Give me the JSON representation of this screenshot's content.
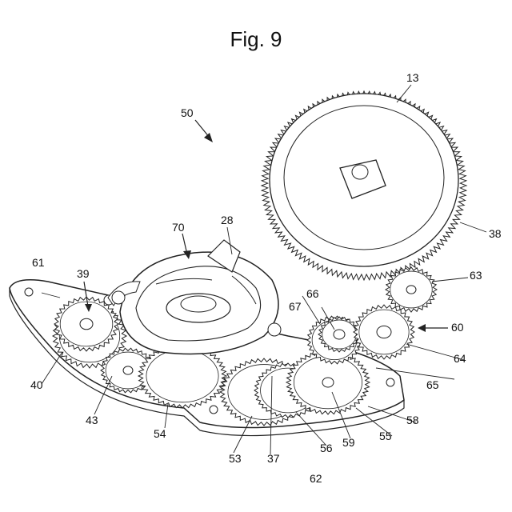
{
  "figure": {
    "title": "Fig. 9",
    "labels": [
      "13",
      "50",
      "70",
      "28",
      "38",
      "61",
      "39",
      "66",
      "67",
      "63",
      "60",
      "64",
      "65",
      "40",
      "58",
      "43",
      "54",
      "59",
      "55",
      "53",
      "37",
      "56",
      "62"
    ]
  },
  "colors": {
    "line": "#222222",
    "fill": "#ffffff",
    "shade": "#bbbbbb"
  }
}
